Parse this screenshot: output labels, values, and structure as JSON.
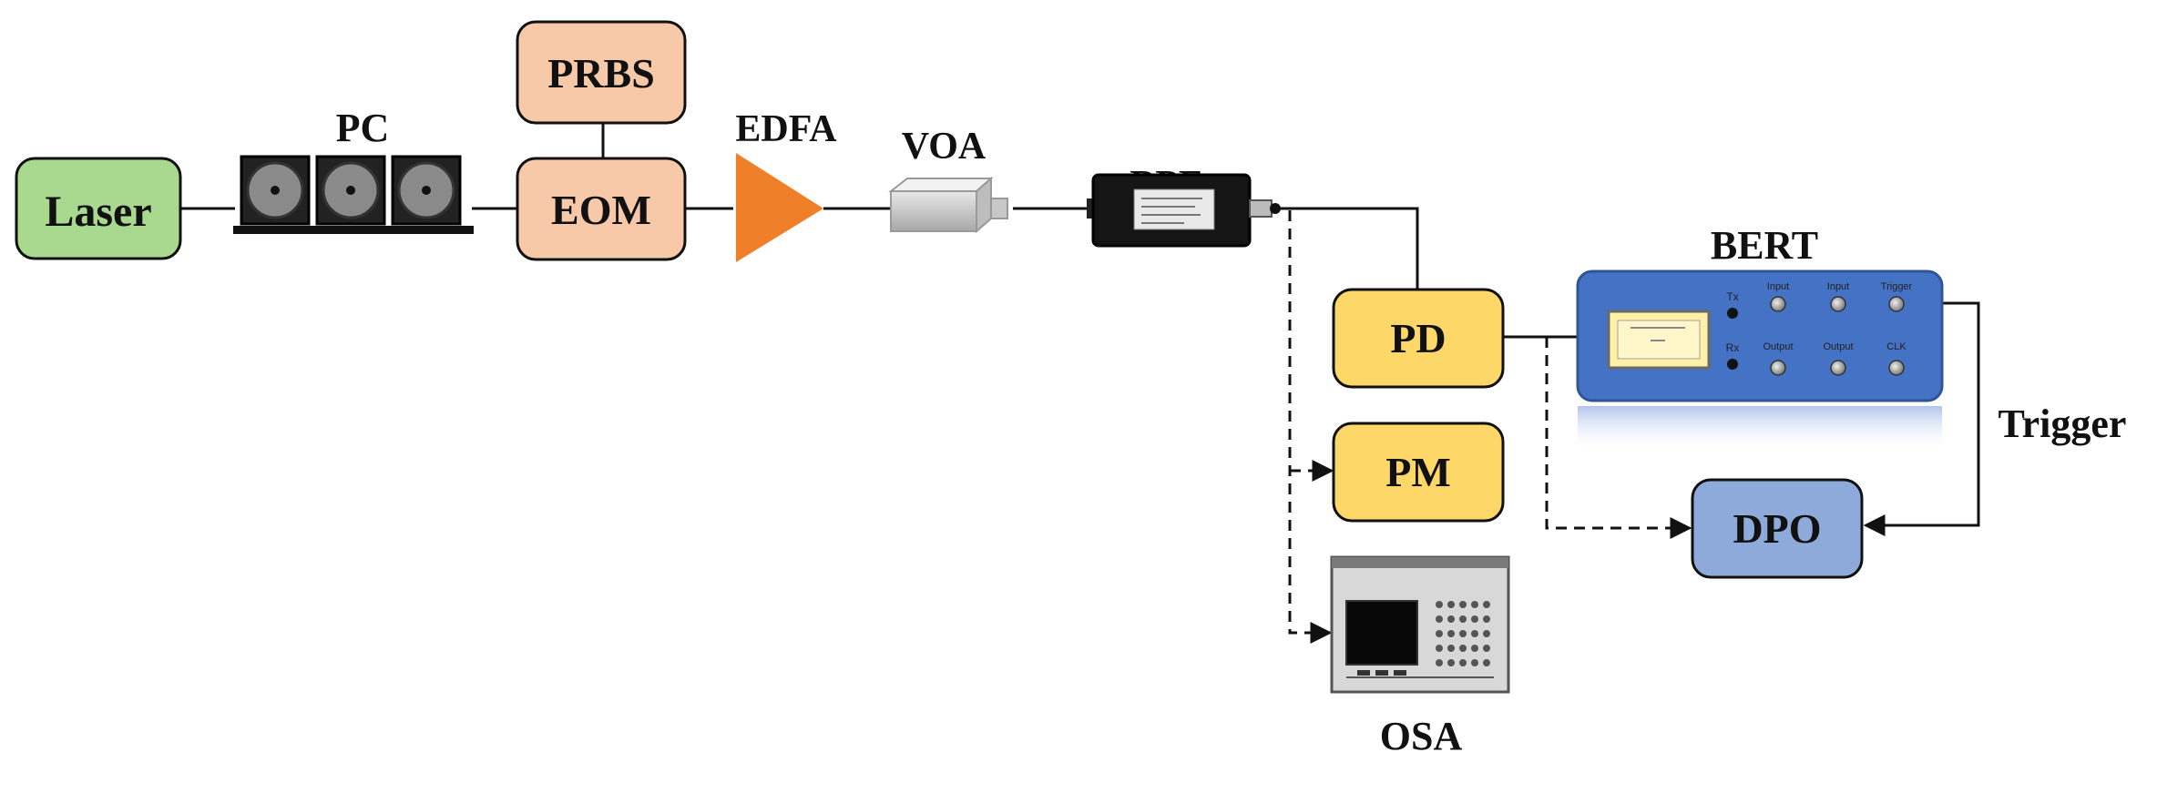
{
  "components": {
    "laser": "Laser",
    "pc": "PC",
    "prbs": "PRBS",
    "eom": "EOM",
    "edfa": "EDFA",
    "voa": "VOA",
    "bpf": "BPF",
    "pd": "PD",
    "pm": "PM",
    "osa": "OSA",
    "bert": "BERT",
    "dpo": "DPO"
  },
  "connections": {
    "trigger": "Trigger"
  },
  "bert_panel": {
    "tx": "Tx",
    "rx": "Rx",
    "top_ports": [
      "Input",
      "Input",
      "Trigger"
    ],
    "bottom_ports": [
      "Output",
      "Output",
      "CLK"
    ]
  },
  "colors": {
    "laser": "#a9d88f",
    "salmon": "#f7c9a9",
    "edfa": "#f07f2a",
    "yellow": "#fdd869",
    "bert": "#4472c4",
    "dpo": "#8eaadb"
  }
}
